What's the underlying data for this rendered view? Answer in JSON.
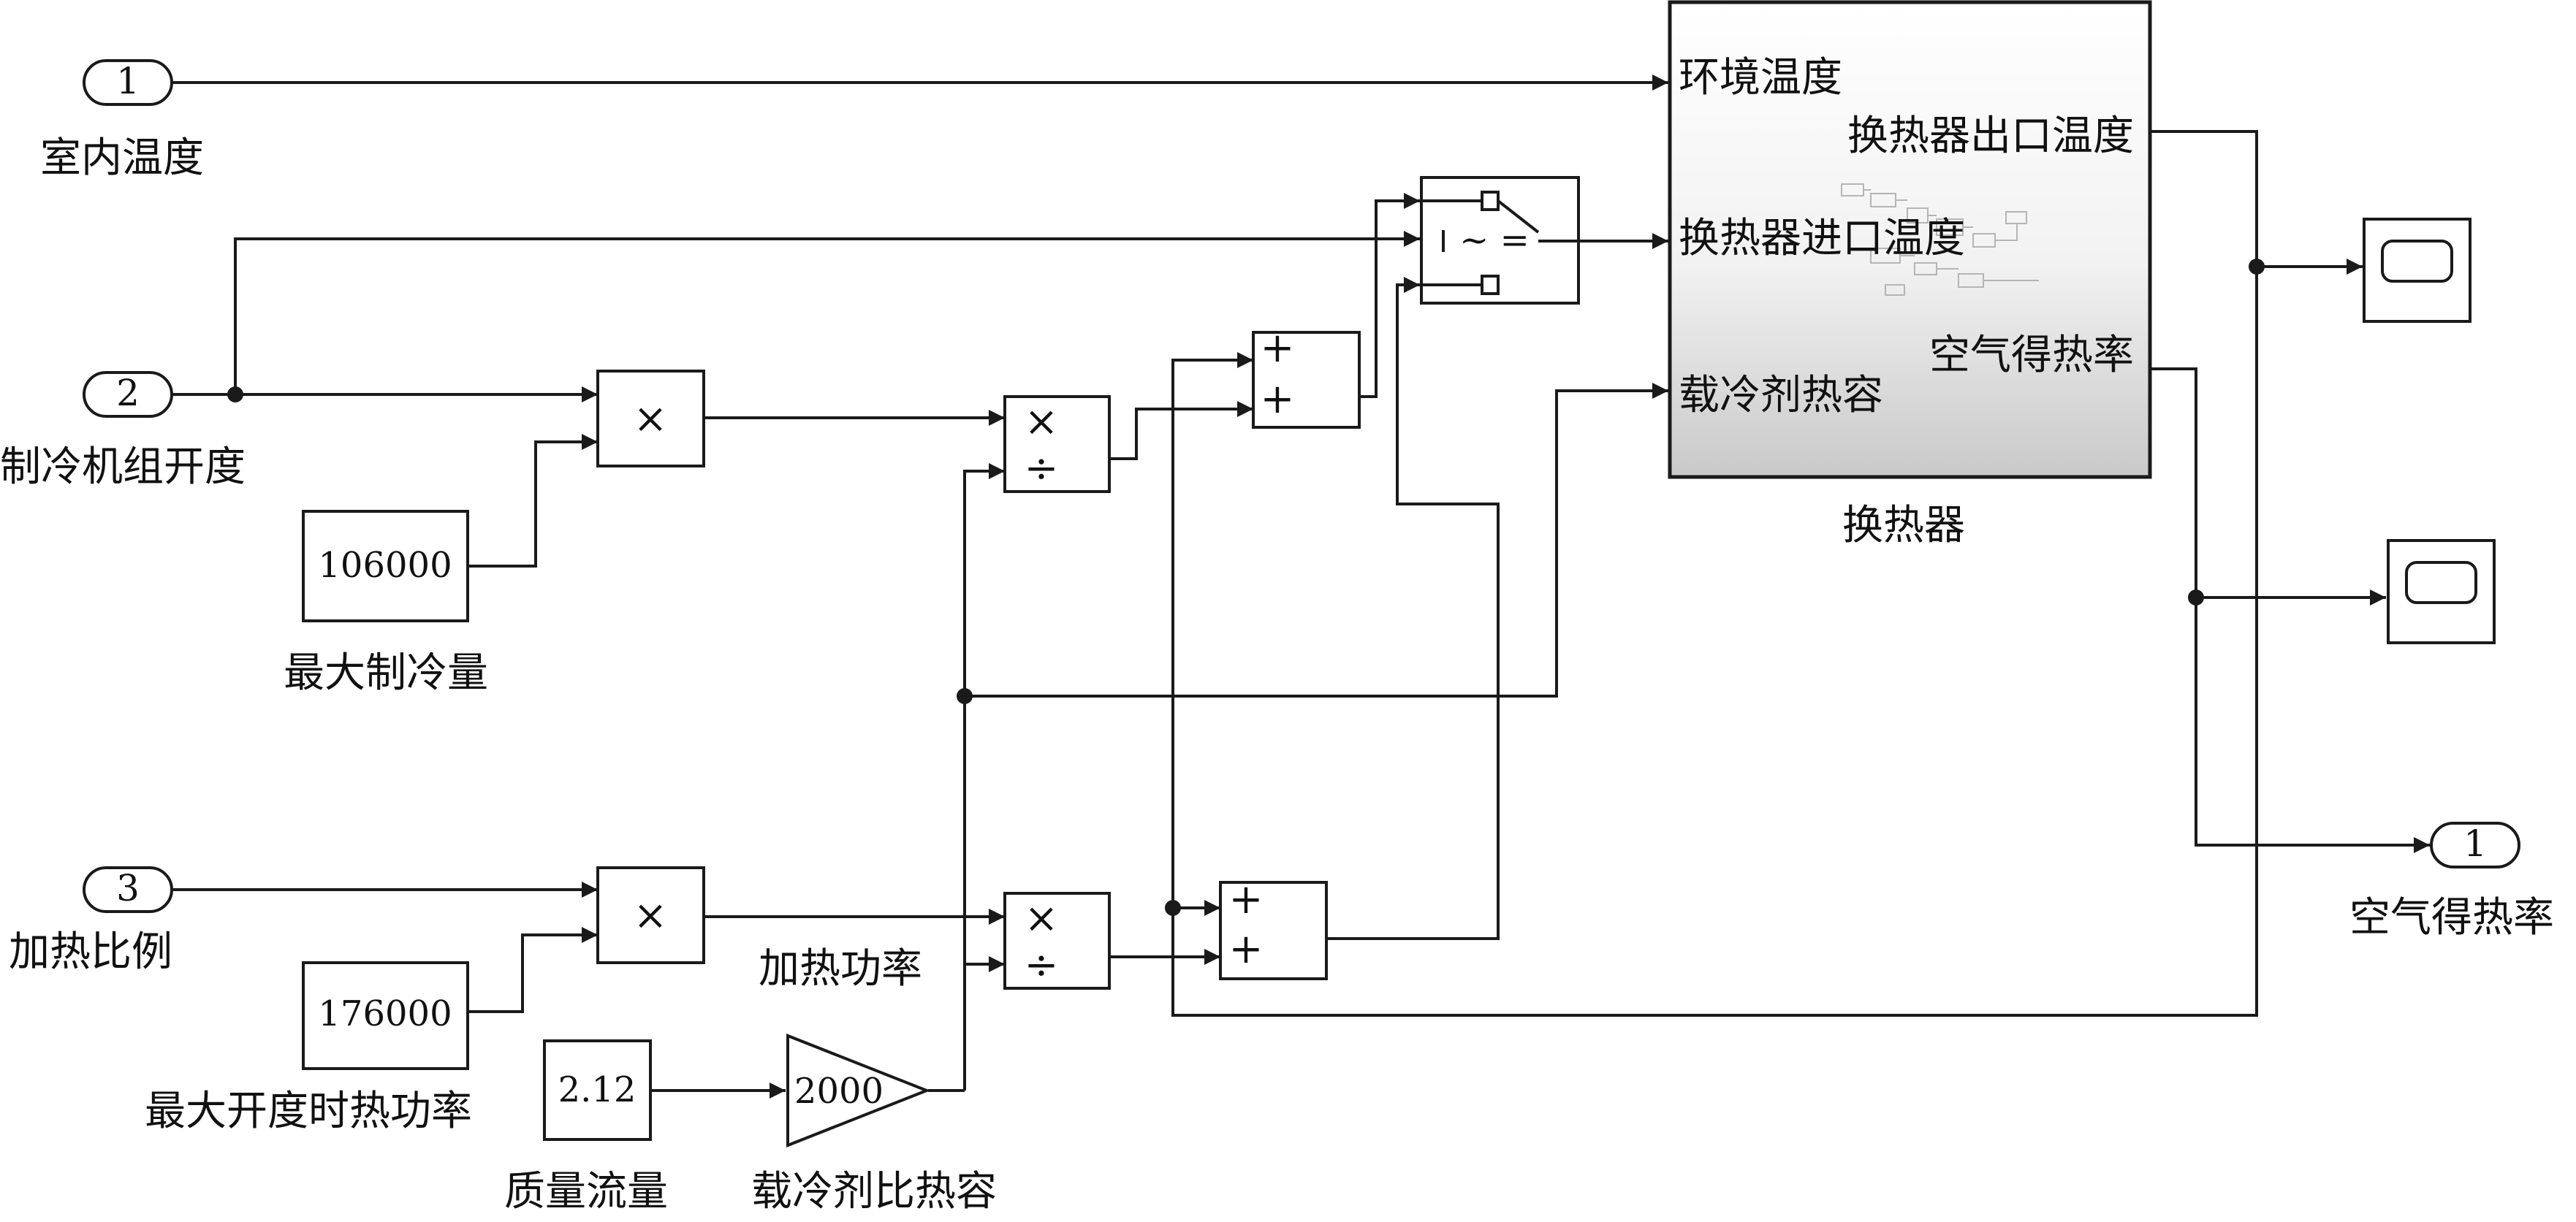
{
  "inports": [
    {
      "number": "1",
      "label": "室内温度"
    },
    {
      "number": "2",
      "label": "制冷机组开度"
    },
    {
      "number": "3",
      "label": "加热比例"
    }
  ],
  "outport": {
    "number": "1",
    "label": "空气得热率"
  },
  "constants": {
    "max_cooling": {
      "value": "106000",
      "label": "最大制冷量"
    },
    "max_heat_power": {
      "value": "176000",
      "label": "最大开度时热功率"
    },
    "mass_flow": {
      "value": "2.12",
      "label": "质量流量"
    }
  },
  "gain": {
    "value": "2000",
    "label": "载冷剂比热容"
  },
  "signal_labels": {
    "heating_power": "加热功率"
  },
  "product": {
    "mul": "×",
    "div": "÷"
  },
  "sum": {
    "plus": "+"
  },
  "switch": {
    "symbol": "~ ="
  },
  "subsystem": {
    "name": "换热器",
    "inputs": [
      "环境温度",
      "换热器进口温度",
      "载冷剂热容"
    ],
    "outputs": [
      "换热器出口温度",
      "空气得热率"
    ]
  },
  "scopes": [
    "scope-1",
    "scope-2"
  ]
}
